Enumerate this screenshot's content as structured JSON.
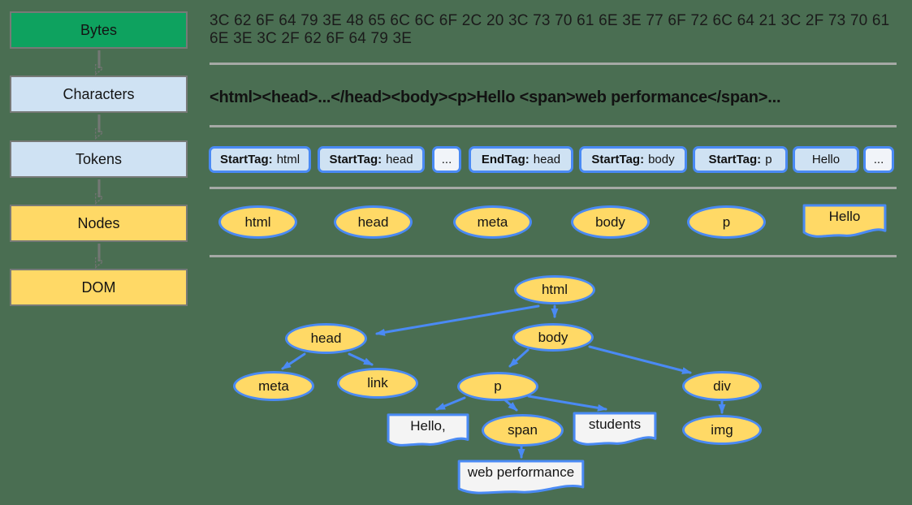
{
  "colors": {
    "background": "#4A6E52",
    "green": "#0EA25F",
    "light_blue": "#CFE2F3",
    "yellow": "#FFD966",
    "blue_accent": "#4A8AF4",
    "divider_gray": "#A5A9A5",
    "arrow_gray": "#757575"
  },
  "pipeline": {
    "steps": [
      {
        "label": "Bytes"
      },
      {
        "label": "Characters"
      },
      {
        "label": "Tokens"
      },
      {
        "label": "Nodes"
      },
      {
        "label": "DOM"
      }
    ]
  },
  "bytes": {
    "line1": "3C 62 6F 64 79 3E 48 65 6C 6C 6F 2C 20 3C 73 70 61 6E 3E 77 6F 72 6C 64 21 3C 2F 73 70 61",
    "line2": "6E 3E 3C 2F 62 6F 64 79 3E"
  },
  "characters": {
    "text": "<html><head>...</head><body><p>Hello <span>web performance</span>..."
  },
  "tokens": {
    "items": [
      {
        "prefix": "StartTag:",
        "value": "html"
      },
      {
        "prefix": "StartTag:",
        "value": "head"
      },
      {
        "label": "..."
      },
      {
        "prefix": "EndTag:",
        "value": "head"
      },
      {
        "prefix": "StartTag:",
        "value": "body"
      },
      {
        "prefix": "StartTag:",
        "value": "p"
      },
      {
        "label": "Hello"
      },
      {
        "label": "..."
      }
    ]
  },
  "nodes_row": {
    "ellipses": [
      "html",
      "head",
      "meta",
      "body",
      "p"
    ],
    "text_node": "Hello"
  },
  "dom_tree": {
    "elements": {
      "html": "html",
      "head": "head",
      "body": "body",
      "meta": "meta",
      "link": "link",
      "p": "p",
      "div": "div",
      "span": "span",
      "img": "img"
    },
    "text_nodes": {
      "hello": "Hello,",
      "students": "students",
      "web_performance": "web performance"
    }
  }
}
